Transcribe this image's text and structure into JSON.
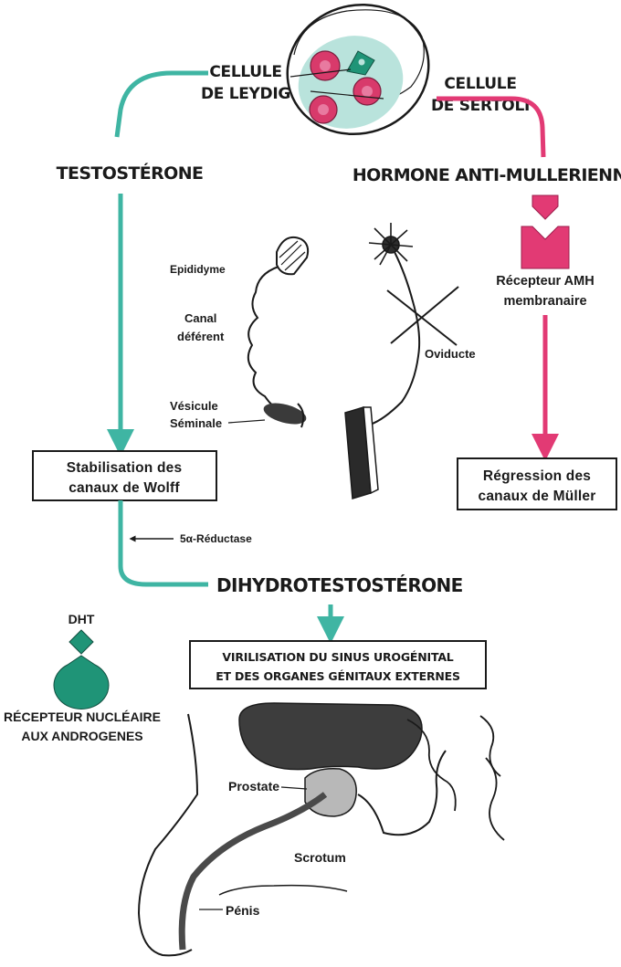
{
  "cells": {
    "leydig": [
      "CELLULE",
      "DE LEYDIG"
    ],
    "sertoli": [
      "CELLULE",
      "DE SERTOLI"
    ]
  },
  "hormones": {
    "testosterone": "TESTOSTÉRONE",
    "amh": "HORMONE ANTI-MULLERIENNE",
    "dht": "DIHYDROTESTOSTÉRONE"
  },
  "receptors": {
    "amh": [
      "Récepteur AMH",
      "membranaire"
    ],
    "androgen_tag": "DHT",
    "androgen": [
      "RÉCEPTEUR NUCLÉAIRE",
      "AUX ANDROGENES"
    ]
  },
  "boxes": {
    "wolff": [
      "Stabilisation des",
      "canaux de Wolff"
    ],
    "muller": [
      "Régression des",
      "canaux de Müller"
    ],
    "virilisation": [
      "VIRILISATION DU SINUS UROGÉNITAL",
      "ET DES ORGANES GÉNITAUX EXTERNES"
    ]
  },
  "enzyme": "5α-Réductase",
  "anatomy": {
    "epididyme": "Epididyme",
    "canal_deferent": [
      "Canal",
      "déférent"
    ],
    "vesicule": [
      "Vésicule",
      "Séminale"
    ],
    "oviducte": "Oviducte",
    "prostate": "Prostate",
    "scrotum": "Scrotum",
    "penis": "Pénis"
  },
  "colors": {
    "teal": "#3fb5a3",
    "teal_dark": "#1f9477",
    "magenta": "#e23a74",
    "cell_fill": "#b9e3dc",
    "cell_nucleus": "#d83a6b"
  }
}
